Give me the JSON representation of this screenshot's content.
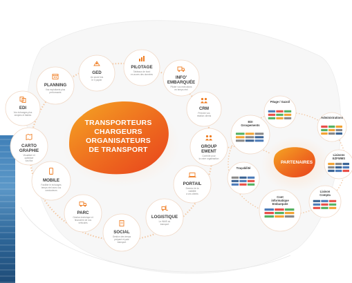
{
  "center": {
    "lines": [
      "TRANSPORTEURS",
      "CHARGEURS",
      "ORGANISATEURS",
      "DE TRANSPORT"
    ]
  },
  "partners_label": "PARTENAIRES",
  "colors": {
    "orange_dark": "#e8421c",
    "orange_light": "#f5a623",
    "ring": "#f3c8a3",
    "node_border": "#f0d8c6",
    "text_dark": "#3a3a3a",
    "icon_orange": "#ef7d22"
  },
  "nodes": [
    {
      "id": "ged",
      "title": "GED",
      "desc": "Un seule fois\nle 0 papier",
      "icon": "recycle-icon"
    },
    {
      "id": "pilotage",
      "title": "PILOTAGE",
      "desc": "Tableaux de bord\nen acces des données",
      "icon": "bar-chart-icon"
    },
    {
      "id": "info",
      "title": "INFO'\nEMBARQUÉE",
      "desc": "Piloter vos exécutions\nen temps réel",
      "icon": "truck-info-icon"
    },
    {
      "id": "crm",
      "title": "CRM",
      "desc": "Prendre vos\nrelation clients",
      "icon": "people-icon"
    },
    {
      "id": "group",
      "title": "GROUP\nEMENT",
      "desc": "Contrôle pour\nla votre organisation",
      "icon": "group-icon"
    },
    {
      "id": "portail",
      "title": "PORTAIL",
      "desc": "Donnez de la\nvisibilité\nà vos clients",
      "icon": "laptop-icon"
    },
    {
      "id": "logistique",
      "title": "LOGISTIQUE",
      "desc": "Le WMS du\ntransport",
      "icon": "forklift-icon"
    },
    {
      "id": "social",
      "title": "SOCIAL",
      "desc": "Gestion des temps\npréparé et paie\ntransport",
      "icon": "document-icon"
    },
    {
      "id": "parc",
      "title": "PARC",
      "desc": "Gestion technique et\nfinancière de vos\nvéhicules",
      "icon": "truck-icon"
    },
    {
      "id": "mobile",
      "title": "MOBILE",
      "desc": "Faciliter le échanges\ntemps réel avec vos\nconducteurs",
      "icon": "phone-icon"
    },
    {
      "id": "carto",
      "title": "CARTO\nGRAPHIE",
      "desc": "Visualiser et\noptimiser\nvos flux",
      "icon": "map-icon"
    },
    {
      "id": "edi",
      "title": "EDI",
      "desc": "Vos échanges plus\nsimples et fiables",
      "icon": "doc-swap-icon"
    },
    {
      "id": "planning",
      "title": "PLANNING",
      "desc": "Vos exploitants plus\nperformants",
      "icon": "calendar-icon"
    }
  ],
  "partners": [
    {
      "id": "peage",
      "title": "Péage / Gazoil"
    },
    {
      "id": "admin",
      "title": "Administrations"
    },
    {
      "id": "edi_grp",
      "title": "EDI\nGroupements"
    },
    {
      "id": "ezfwms",
      "title": "Liaisons\nEZFWMS"
    },
    {
      "id": "tracabilite",
      "title": "Traçabilité"
    },
    {
      "id": "compta",
      "title": "Liaison\nCompta"
    },
    {
      "id": "info_emb",
      "title": "Cont\ninformatique\nEmbarquée"
    }
  ]
}
